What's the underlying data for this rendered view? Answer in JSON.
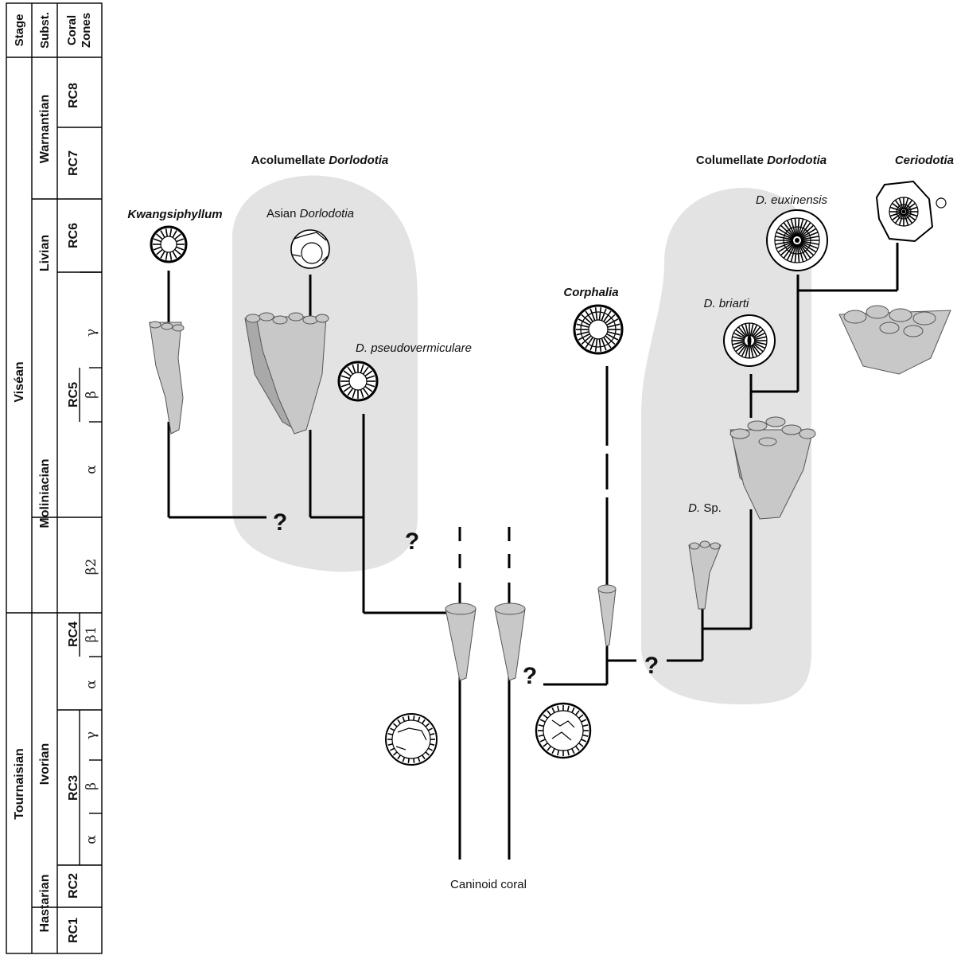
{
  "table": {
    "headers": [
      "Stage",
      "Subst.",
      "Coral Zones"
    ],
    "stages": [
      "Viséan",
      "Tournaisian"
    ],
    "substages": [
      "Warnantian",
      "Livian",
      "Moliniacian",
      "Ivorian",
      "Hastarian"
    ],
    "zones": [
      "RC8",
      "RC7",
      "RC6",
      "RC5",
      "RC4",
      "RC3",
      "RC2",
      "RC1"
    ],
    "subzones": [
      "γ",
      "β",
      "α",
      "β2",
      "β1",
      "α",
      "γ",
      "β",
      "α"
    ]
  },
  "groups": {
    "acolumellate_prefix": "Acolumellate ",
    "acolumellate_genus": "Dorlodotia",
    "columellate_prefix": "Columellate ",
    "columellate_genus": "Dorlodotia"
  },
  "taxa": {
    "ceriodotia": "Ceriodotia",
    "kwangsiphyllum": "Kwangsiphyllum",
    "asian_prefix": "Asian ",
    "asian_genus": "Dorlodotia",
    "d_pseudovermiculare": "D. pseudovermiculare",
    "corphalia": "Corphalia",
    "d_euxinensis": "D. euxinensis",
    "d_briarti": "D. briarti",
    "d_sp_genus": "D.",
    "d_sp_rest": " Sp.",
    "caninoid": "Caninoid coral"
  },
  "uncertain_marker": "?"
}
